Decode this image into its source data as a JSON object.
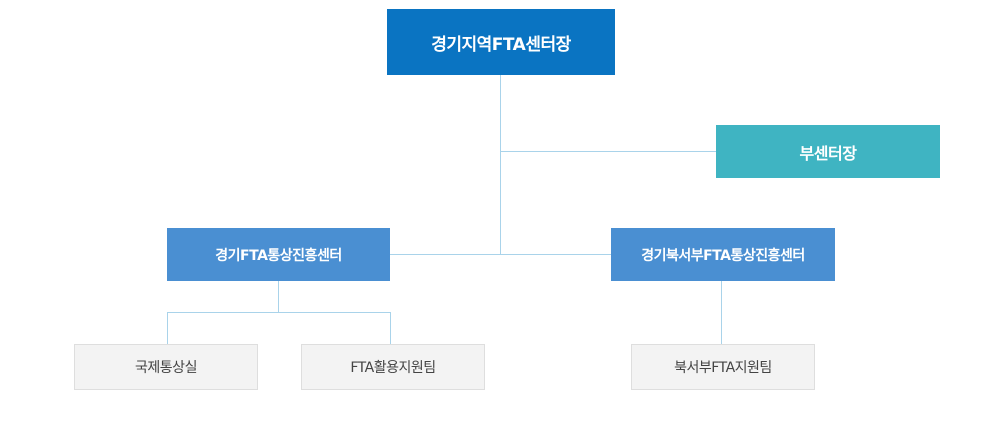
{
  "org_chart": {
    "head": {
      "label": "경기지역FTA센터장"
    },
    "deputy": {
      "label": "부센터장"
    },
    "centers": [
      {
        "label": "경기FTA통상진흥센터",
        "teams": [
          "국제통상실",
          "FTA활용지원팀"
        ]
      },
      {
        "label": "경기북서부FTA통상진흥센터",
        "teams": [
          "북서부FTA지원팀"
        ]
      }
    ]
  },
  "colors": {
    "head": "#0a74c2",
    "deputy": "#3fb4c2",
    "center": "#4a8fd2",
    "team_bg": "#f3f3f3",
    "connector": "#a9d3ea"
  }
}
